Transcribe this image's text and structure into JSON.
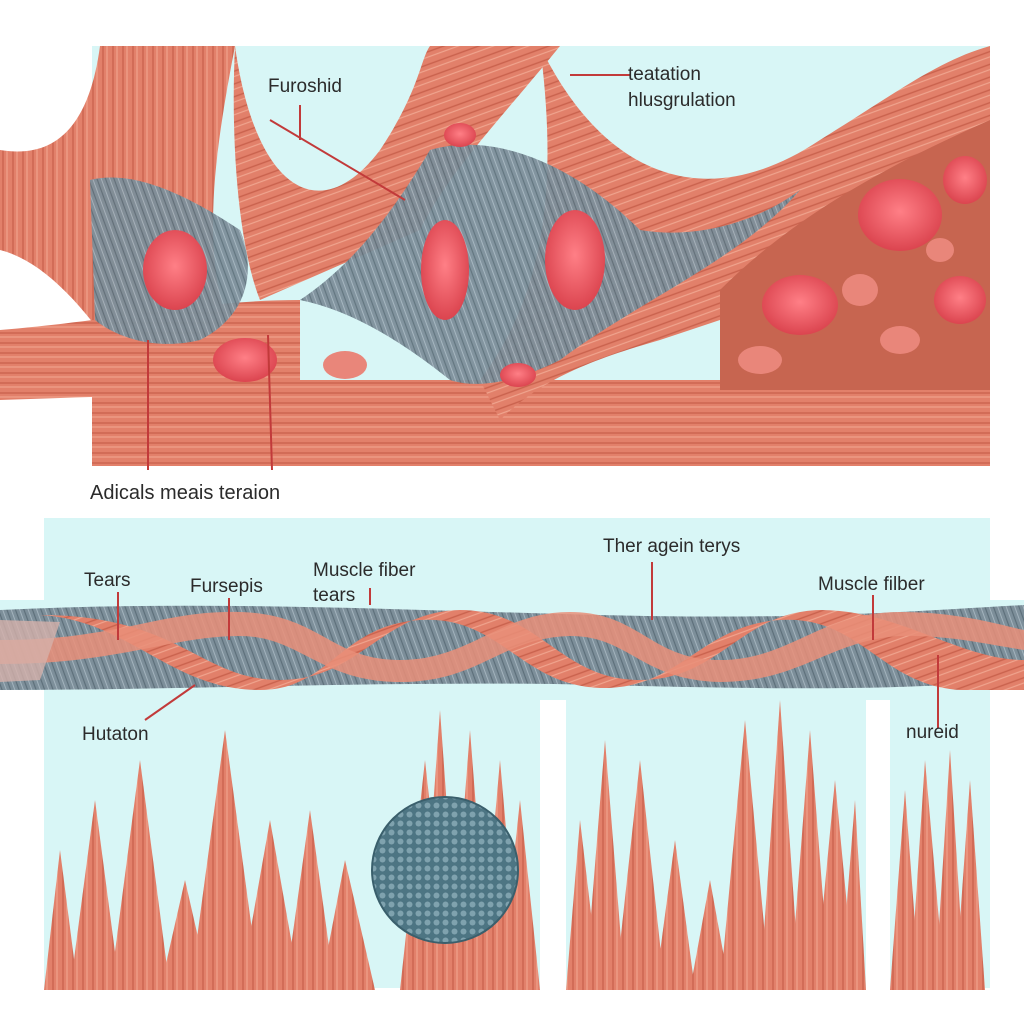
{
  "diagram": {
    "colors": {
      "background": "#ffffff",
      "panel_sky": "#d8f6f6",
      "muscle": "#e2806a",
      "muscle_light": "#f0a48e",
      "muscle_dark": "#b8543f",
      "tendon_gray": "#7d8f9a",
      "tear_red": "#e8505a",
      "leader_red": "#c23a3a"
    },
    "labels": {
      "top_left": "Furoshid",
      "top_right_line1": "teatation",
      "top_right_line2": "hlusgrulation",
      "top_caption": "Adicals meais teraion",
      "tears": "Tears",
      "fursepis": "Fursepis",
      "muscle_fiber_tears_line1": "Muscle fiber",
      "muscle_fiber_tears_line2": "tears",
      "ther_agein_terys": "Ther agein terys",
      "muscle_fiber": "Muscle filber",
      "hutaton": "Hutaton",
      "nureid": "nureid"
    }
  }
}
